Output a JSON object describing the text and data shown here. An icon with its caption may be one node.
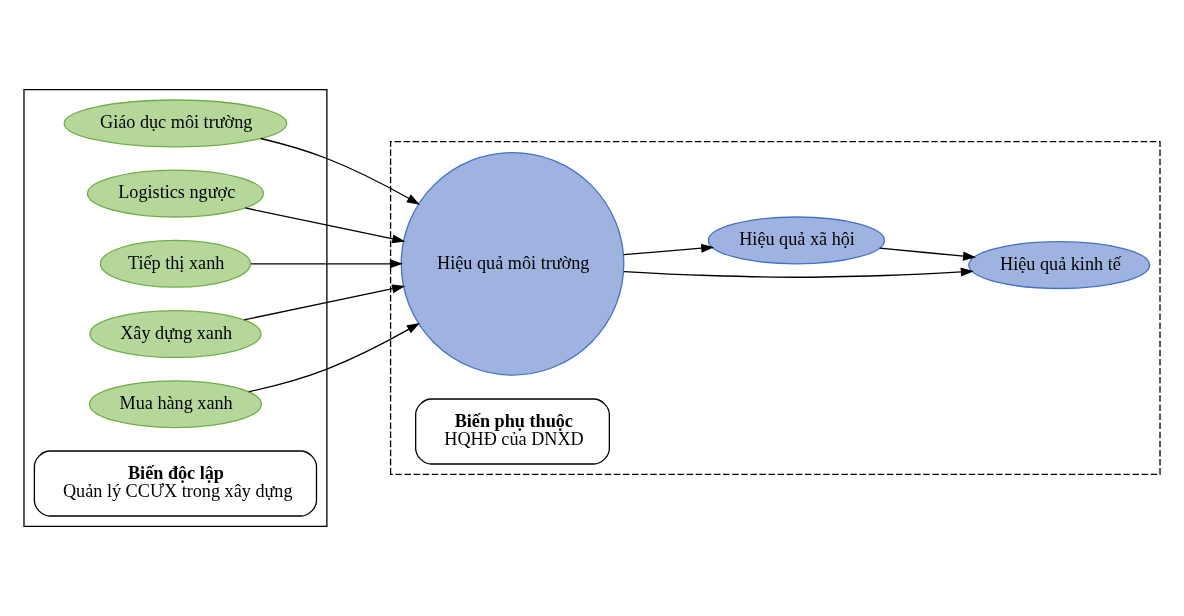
{
  "diagram": {
    "nodes": [
      {
        "text": [],
        "shape": "box"
      },
      {
        "text": [
          "Biến độc lập",
          "Quản lý CCƯX trong xây dựng"
        ],
        "in": 0
      },
      {
        "text": [
          "Mua hàng xanh"
        ],
        "in": 0
      },
      {
        "text": [
          "Xây dựng xanh"
        ],
        "in": 0
      },
      {
        "text": [
          "Tiếp thị xanh"
        ],
        "in": 0
      },
      {
        "text": [
          "Logistics ngược"
        ],
        "in": 0
      },
      {
        "text": [
          "Giáo dục môi trường"
        ],
        "in": 0
      },
      {
        "text": [],
        "shape": "box"
      },
      {
        "text": [
          "Biến phụ thuộc",
          "HQHĐ của DNXD"
        ],
        "in": 7
      },
      {
        "text": [
          "Hiệu quả môi trường"
        ],
        "in": 7
      },
      {
        "text": [
          "Hiệu quả xã hội"
        ],
        "in": 7
      },
      {
        "text": [
          "Hiệu quả kinh tế"
        ],
        "in": 7
      }
    ],
    "edges": [
      {
        "from": 2,
        "to": 9,
        "arrow": "to"
      },
      {
        "from": 3,
        "to": 9,
        "arrow": "to"
      },
      {
        "from": 4,
        "to": 9,
        "arrow": "to"
      },
      {
        "from": 5,
        "to": 9,
        "arrow": "to"
      },
      {
        "from": 6,
        "to": 9,
        "arrow": "to"
      },
      {
        "from": 9,
        "to": 10,
        "arrow": "to"
      },
      {
        "from": 9,
        "to": 11,
        "arrow": "to"
      },
      {
        "from": 10,
        "to": 11,
        "arrow": "to"
      }
    ]
  }
}
